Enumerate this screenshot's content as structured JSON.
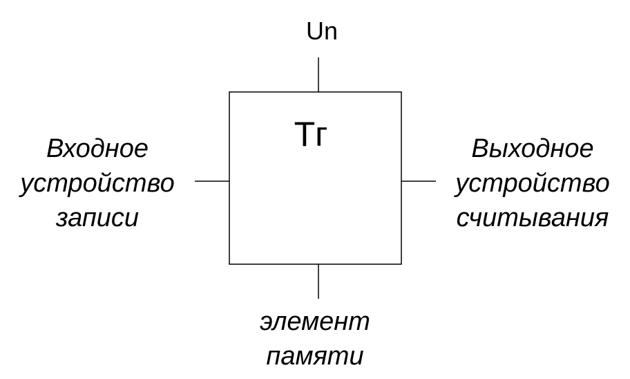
{
  "diagram": {
    "block_label": "Tг",
    "top_label": "Un",
    "left_label": [
      "Входное",
      "устройство",
      "записи"
    ],
    "right_label": [
      "Выходное",
      "устройство",
      "считывания"
    ],
    "bottom_label": [
      "элемент",
      "памяти"
    ],
    "stroke_color": "#000000",
    "background_color": "#ffffff"
  }
}
